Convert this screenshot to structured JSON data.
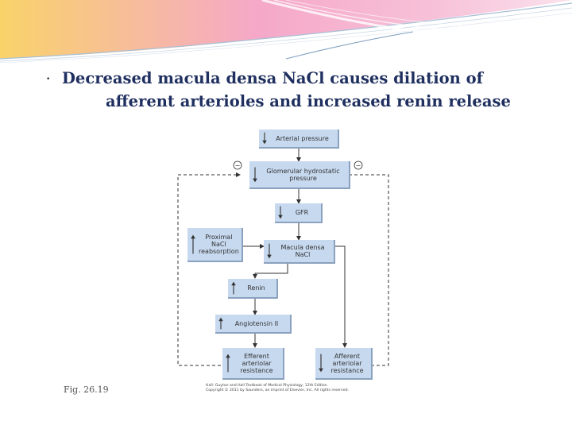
{
  "slide": {
    "bullet": "•",
    "title_line1": "Decreased macula densa NaCl causes dilation of",
    "title_line2": "afferent arterioles and increased renin release",
    "figure_label": "Fig. 26.19"
  },
  "diagram": {
    "boxes": {
      "arterial_pressure": [
        "Arterial pressure"
      ],
      "glomerular_pressure": [
        "Glomerular hydrostatic",
        "pressure"
      ],
      "gfr": [
        "GFR"
      ],
      "proximal_nacl": [
        "Proximal",
        "NaCl",
        "reabsorption"
      ],
      "macula_densa": [
        "Macula densa",
        "NaCl"
      ],
      "renin": [
        "Renin"
      ],
      "angiotensin": [
        "Angiotensin II"
      ],
      "efferent": [
        "Efferent",
        "arteriolar",
        "resistance"
      ],
      "afferent": [
        "Afferent",
        "arteriolar",
        "resistance"
      ]
    },
    "feedback_sign": "−",
    "credit_line1": "Hall: Guyton and Hall Textbook of Medical Physiology, 12th Edition",
    "credit_line2": "Copyright © 2011 by Saunders, an imprint of Elsevier, Inc. All rights reserved."
  },
  "colors": {
    "title": "#1f2f5f",
    "box_fill": "#c7d9ef",
    "box_shadow": "#8aa1bf",
    "line": "#333333"
  }
}
